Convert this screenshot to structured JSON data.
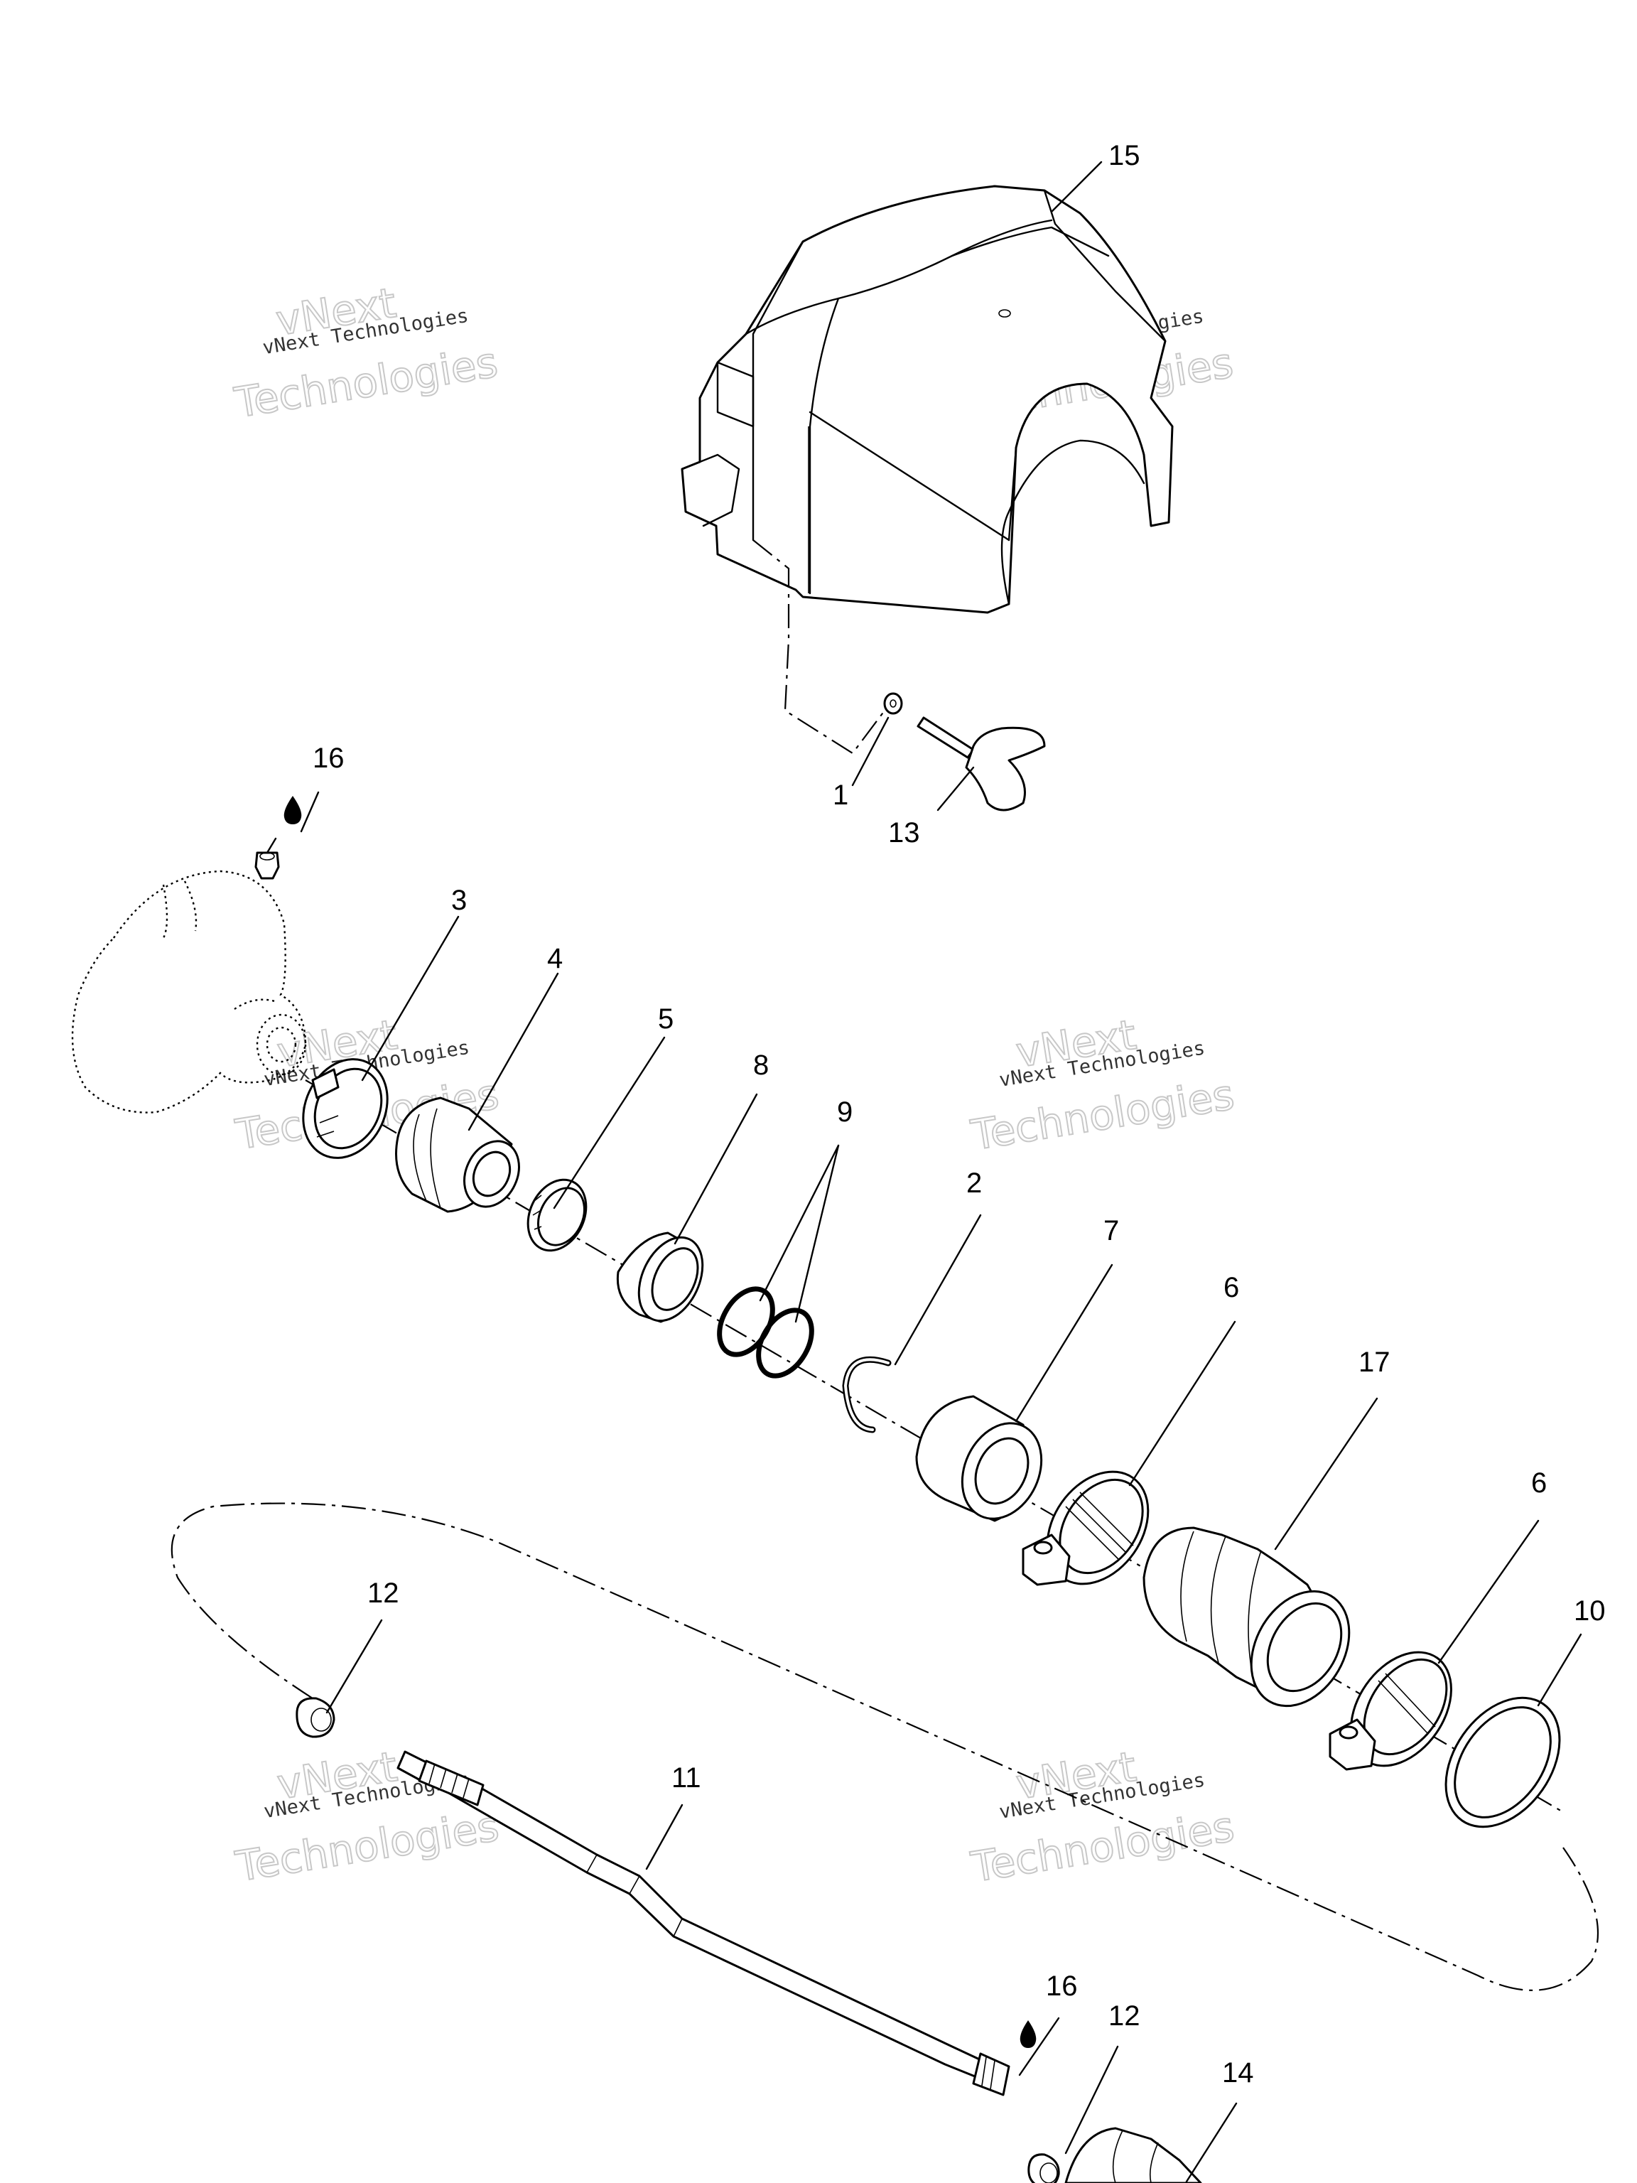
{
  "callouts": {
    "c1": "1",
    "c2": "2",
    "c3": "3",
    "c4": "4",
    "c5": "5",
    "c6a": "6",
    "c6b": "6",
    "c7": "7",
    "c8": "8",
    "c9": "9",
    "c10": "10",
    "c11": "11",
    "c12a": "12",
    "c12b": "12",
    "c13": "13",
    "c14": "14",
    "c15": "15",
    "c16a": "16",
    "c16b": "16",
    "c17": "17"
  },
  "watermark": {
    "line1": "vNext Technologies",
    "line2": "vNext",
    "line3": "Technologies"
  }
}
